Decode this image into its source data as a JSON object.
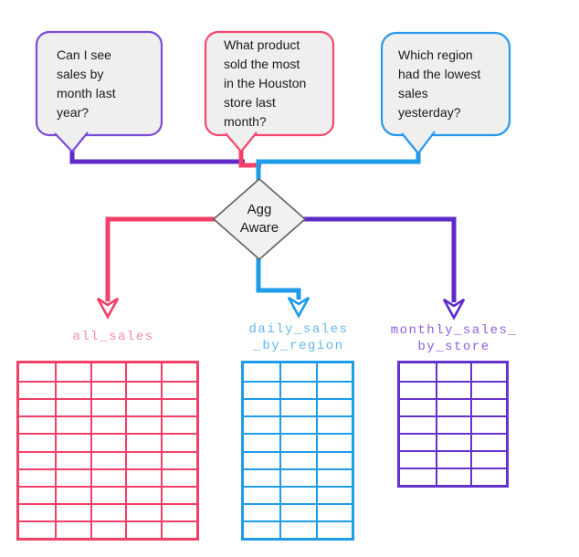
{
  "colors": {
    "purple_line": "#5E2BC9",
    "purple_bubble_border": "#7A4BD8",
    "purple_label": "#8C5FDE",
    "purple_table": "#6632CC",
    "pink_line": "#F43F68",
    "pink_bubble_border": "#F4476E",
    "pink_label": "#F78DA9",
    "pink_table": "#F43F68",
    "blue_line": "#1E9BE9",
    "blue_bubble_border": "#2499EC",
    "blue_label": "#64B5EE",
    "blue_table": "#1E9BE9",
    "bubble_fill": "#F0EFEF",
    "diamond_fill": "#F2F1F1",
    "diamond_border": "#666666",
    "text": "#1b1b1b",
    "arrowhead_fill": "#ffffff"
  },
  "bubbles": [
    {
      "text": "Can I see\nsales by\nmonth last\nyear?",
      "color": "#7A4BD8"
    },
    {
      "text": "What product\nsold the most\nin the Houston\nstore last\nmonth?",
      "color": "#F4476E"
    },
    {
      "text": "Which region\nhad the lowest\nsales\nyesterday?",
      "color": "#2499EC"
    }
  ],
  "decision": {
    "label": "Agg\nAware"
  },
  "tables": [
    {
      "label": "all_sales",
      "columns": 5,
      "rows": 10,
      "color": "#F43F68"
    },
    {
      "label": "daily_sales\n_by_region",
      "columns": 3,
      "rows": 10,
      "color": "#1E9BE9"
    },
    {
      "label": "monthly_sales_\nby_store",
      "columns": 3,
      "rows": 7,
      "color": "#6632CC"
    }
  ]
}
